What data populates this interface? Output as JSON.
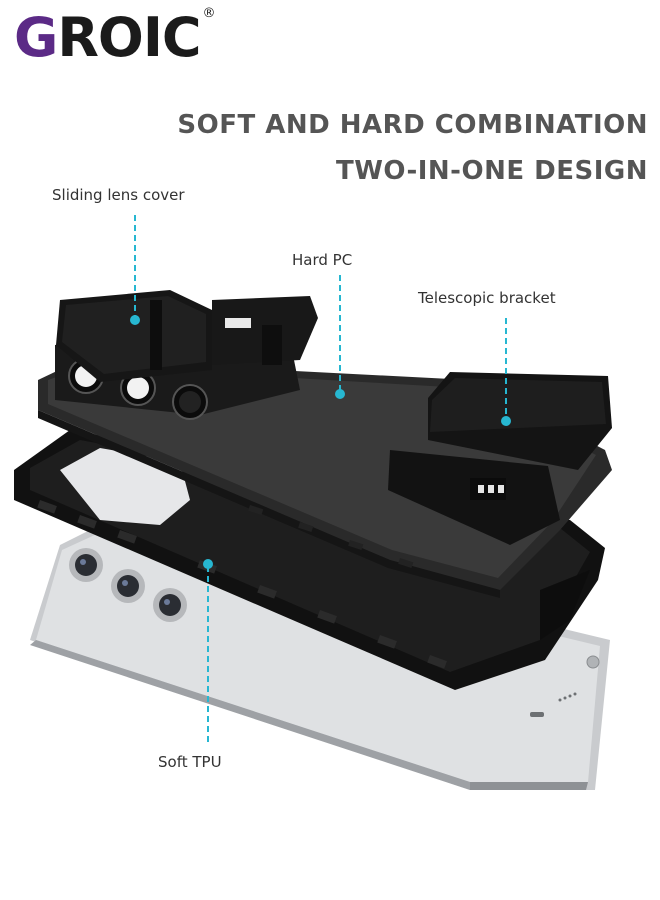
{
  "brand": {
    "name_first": "G",
    "name_rest": "ROIC",
    "registered": "®"
  },
  "headline": {
    "line1": "SOFT AND HARD COMBINATION",
    "line2": "TWO-IN-ONE DESIGN"
  },
  "callouts": {
    "sliding_lens_cover": "Sliding lens cover",
    "hard_pc": "Hard PC",
    "telescopic_bracket": "Telescopic bracket",
    "soft_tpu": "Soft TPU"
  },
  "colors": {
    "brand_purple": "#5b2a86",
    "brand_green": "#2e8b3a",
    "headline_gray": "#555555",
    "callout_cyan": "#27b7d1",
    "case_black": "#1c1c1c",
    "phone_silver": "#d7d9dc"
  }
}
